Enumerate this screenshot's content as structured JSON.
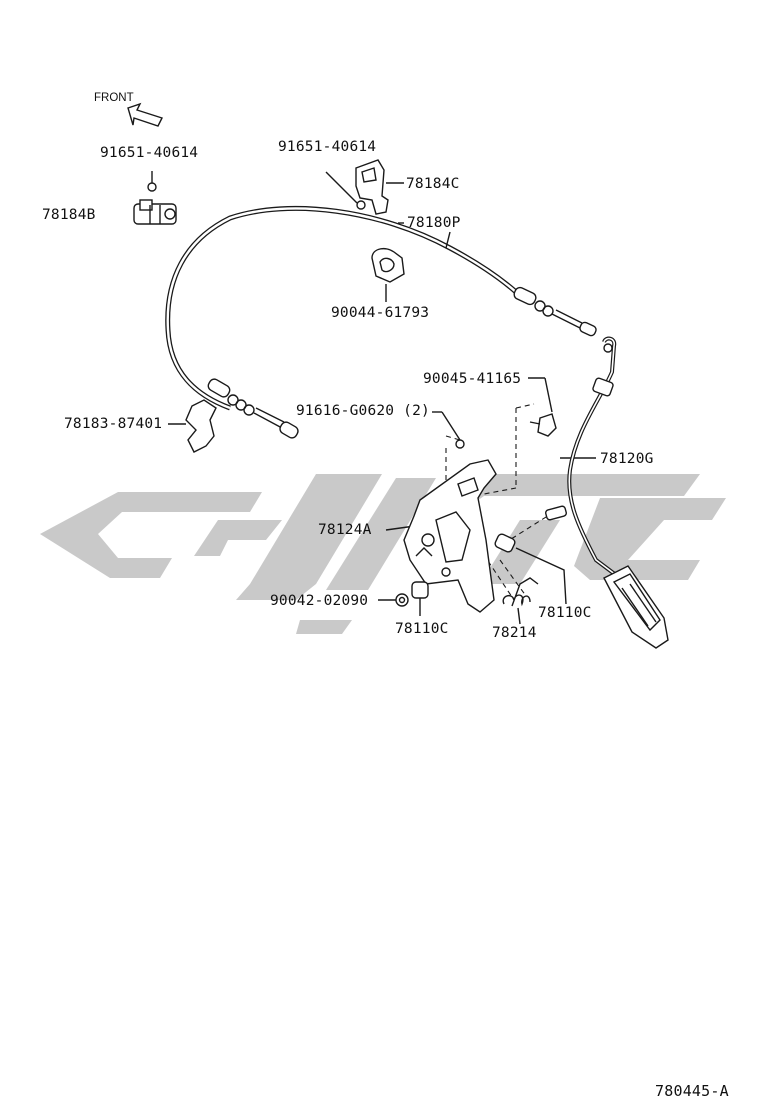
{
  "diagram": {
    "direction_label": "FRONT",
    "watermark_color": "#c9c9c9",
    "line_color": "#1a1a1a",
    "diagram_code": "780445-A",
    "parts": [
      {
        "id": "p1",
        "label": "91651-40614"
      },
      {
        "id": "p2",
        "label": "78184B"
      },
      {
        "id": "p3",
        "label": "91651-40614"
      },
      {
        "id": "p4",
        "label": "78184C"
      },
      {
        "id": "p5",
        "label": "78180P"
      },
      {
        "id": "p6",
        "label": "90044-61793"
      },
      {
        "id": "p7",
        "label": "90045-41165"
      },
      {
        "id": "p8",
        "label": "78183-87401"
      },
      {
        "id": "p9",
        "label": "91616-G0620 (2)"
      },
      {
        "id": "p10",
        "label": "78120G"
      },
      {
        "id": "p11",
        "label": "78124A"
      },
      {
        "id": "p12",
        "label": "90042-02090"
      },
      {
        "id": "p13",
        "label": "78110C"
      },
      {
        "id": "p14",
        "label": "78110C"
      },
      {
        "id": "p15",
        "label": "78214"
      }
    ]
  }
}
